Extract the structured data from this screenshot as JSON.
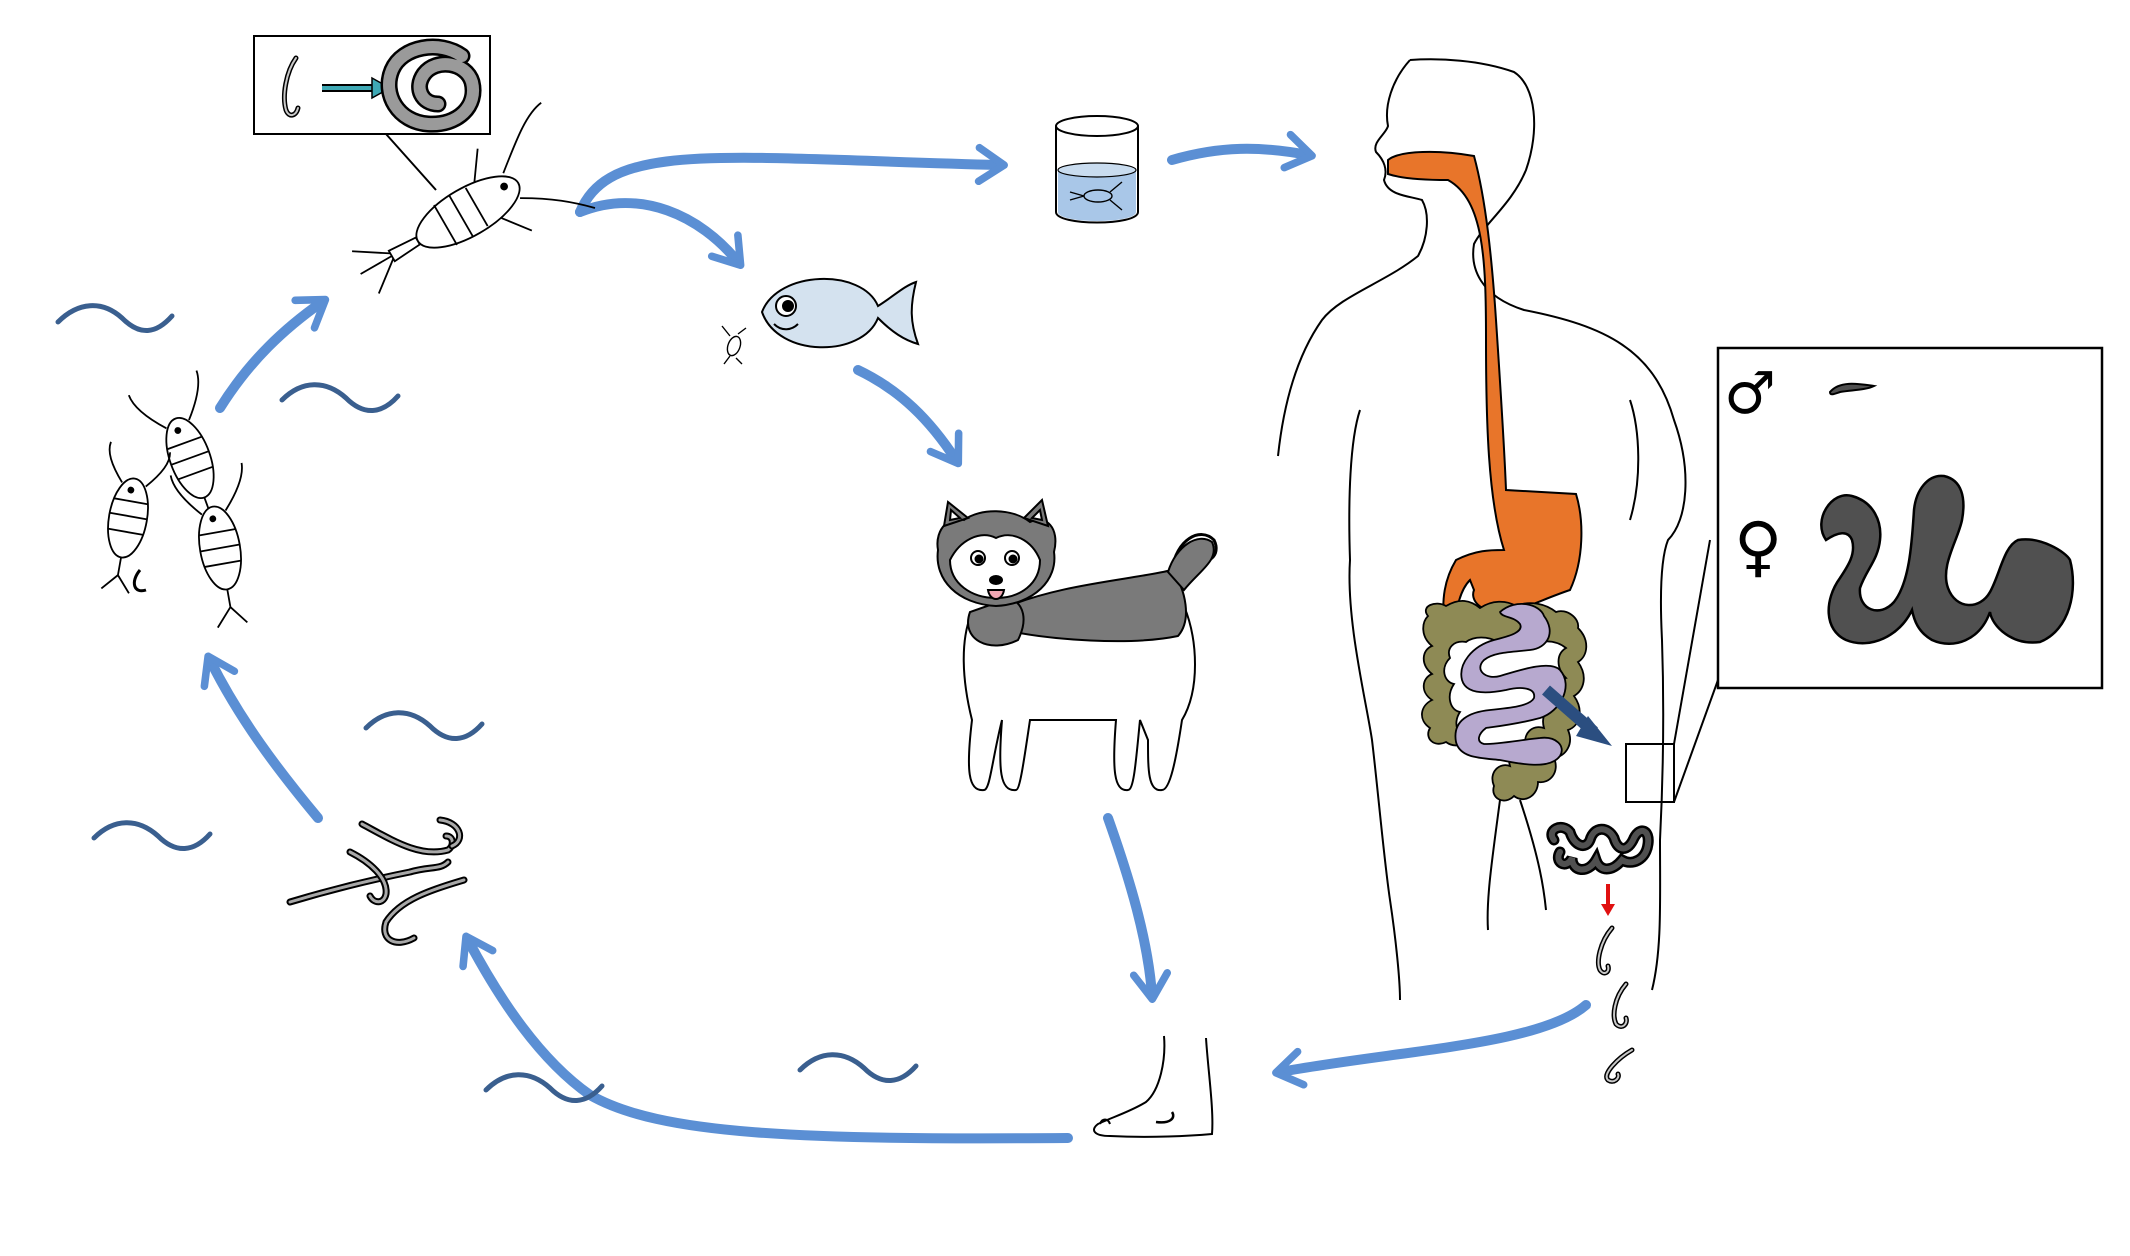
{
  "symbols": {
    "male": "♂",
    "female": "♀"
  },
  "colors": {
    "cycle_arrow": "#5B8FD4",
    "water_worm": "#3A5F8F",
    "esophagus": "#E8752A",
    "large_intestine": "#8E8A55",
    "small_intestine": "#B7A9CF",
    "adult_worm": "#505050",
    "larva": "#A8A8A8",
    "fish": "#D4E2EF",
    "dog_gray": "#7A7A7A",
    "release_arrow": "#E01010",
    "enlarge_arrow": "#2B4E80"
  },
  "icons": [
    "copepod-with-larva",
    "copepod-group",
    "larva-develop-inset",
    "glass-of-water",
    "fish",
    "small-copepod",
    "dog",
    "human-body",
    "adult-worms-inset",
    "foot",
    "larvae"
  ]
}
